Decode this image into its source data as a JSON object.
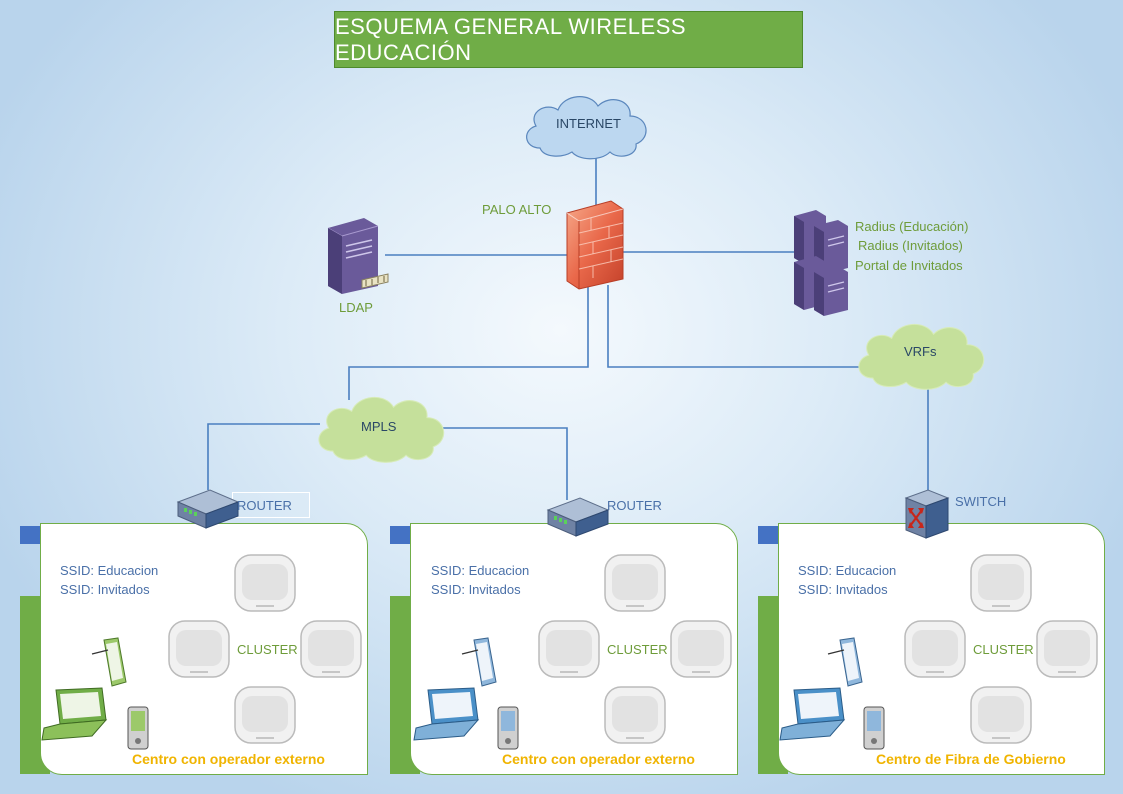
{
  "title": "ESQUEMA GENERAL WIRELESS EDUCACIÓN",
  "clouds": {
    "internet": "INTERNET",
    "mpls": "MPLS",
    "vrfs": "VRFs"
  },
  "firewall": {
    "label": "PALO ALTO",
    "icon": "firewall-icon"
  },
  "ldap": {
    "label": "LDAP",
    "icon": "server-icon"
  },
  "radius": {
    "icon": "server-cluster-icon",
    "lines": [
      "Radius (Educación)",
      "Radius (Invitados)",
      "Portal de Invitados"
    ]
  },
  "sites": [
    {
      "device_label": "ROUTER",
      "device_icon": "router-icon",
      "ssids": [
        "SSID: Educacion",
        "SSID: Invitados"
      ],
      "cluster_label": "CLUSTER",
      "center_name": "Centro con operador externo",
      "laptop_color": "#70ad47"
    },
    {
      "device_label": "ROUTER",
      "device_icon": "router-icon",
      "ssids": [
        "SSID: Educacion",
        "SSID: Invitados"
      ],
      "cluster_label": "CLUSTER",
      "center_name": "Centro con operador externo",
      "laptop_color": "#4a90c8"
    },
    {
      "device_label": "SWITCH",
      "device_icon": "switch-icon",
      "ssids": [
        "SSID: Educacion",
        "SSID: Invitados"
      ],
      "cluster_label": "CLUSTER",
      "center_name": "Centro de Fibra de Gobierno",
      "laptop_color": "#4a90c8"
    }
  ],
  "colors": {
    "line": "#4a7fc0",
    "green": "#70ad47",
    "cloud": "#c5e09b",
    "internet_cloud": "#bcd7f0",
    "accent_yellow": "#f0b400"
  }
}
